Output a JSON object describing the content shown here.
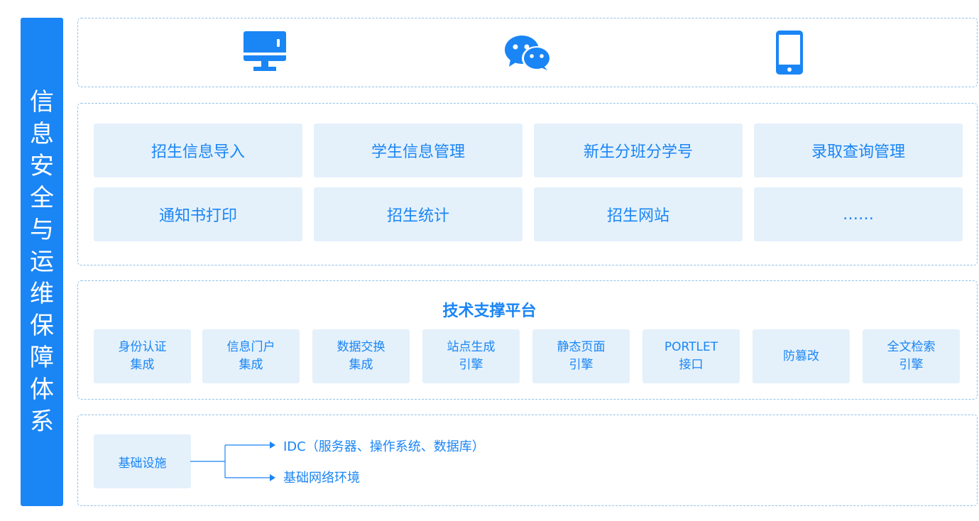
{
  "sidebar": {
    "title": "信息安全与运维保障体系"
  },
  "channels": [
    {
      "icon": "desktop-monitor-icon"
    },
    {
      "icon": "wechat-icon"
    },
    {
      "icon": "mobile-phone-icon"
    }
  ],
  "modules": [
    "招生信息导入",
    "学生信息管理",
    "新生分班分学号",
    "录取查询管理",
    "通知书打印",
    "招生统计",
    "招生网站",
    "……"
  ],
  "tech": {
    "title": "技术支撑平台",
    "items": [
      "身份认证\n集成",
      "信息门户\n集成",
      "数据交换\n集成",
      "站点生成\n引擎",
      "静态页面\n引擎",
      "PORTLET\n接口",
      "防篡改",
      "全文检索\n引擎"
    ]
  },
  "infra": {
    "label": "基础设施",
    "targets": [
      "IDC（服务器、操作系统、数据库）",
      "基础网络环境"
    ]
  },
  "colors": {
    "accent": "#1a85f5",
    "box": "#e4f1fb",
    "dash": "#8fc0ea"
  }
}
